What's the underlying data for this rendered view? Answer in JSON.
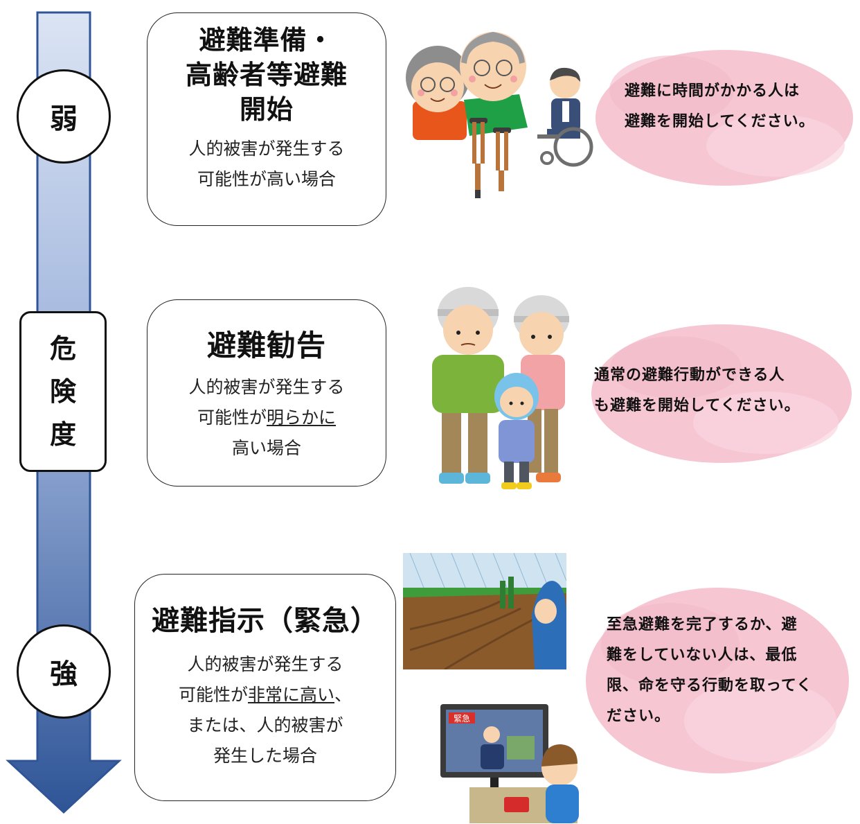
{
  "scale": {
    "low": "弱",
    "label_chars": [
      "危",
      "険",
      "度"
    ],
    "high": "強"
  },
  "levels": [
    {
      "title_lines": [
        "避難準備・",
        "高齢者等避難",
        "開始"
      ],
      "desc_lines": [
        [
          {
            "t": "人的被害が発生する",
            "u": false
          }
        ],
        [
          {
            "t": "可能性が高い場合",
            "u": false
          }
        ]
      ],
      "message_lines": [
        "避難に時間がかかる人は",
        "避難を開始してください。"
      ]
    },
    {
      "title_lines": [
        "避難勧告"
      ],
      "desc_lines": [
        [
          {
            "t": "人的被害が発生する",
            "u": false
          }
        ],
        [
          {
            "t": "可能性が",
            "u": false
          },
          {
            "t": "明らかに",
            "u": true
          }
        ],
        [
          {
            "t": "高い場合",
            "u": false
          }
        ]
      ],
      "message_lines": [
        "通常の避難行動ができる人",
        "も避難を開始してください。"
      ]
    },
    {
      "title_lines": [
        "避難指示（緊急）"
      ],
      "desc_lines": [
        [
          {
            "t": "人的被害が発生する",
            "u": false
          }
        ],
        [
          {
            "t": "可能性が",
            "u": false
          },
          {
            "t": "非常に高い",
            "u": true
          },
          {
            "t": "、",
            "u": false
          }
        ],
        [
          {
            "t": "または、人的被害が",
            "u": false
          }
        ],
        [
          {
            "t": "発生した場合",
            "u": false
          }
        ]
      ],
      "message_lines": [
        "至急避難を完了するか、避",
        "難をしていない人は、最低",
        "限、命を守る行動を取ってく",
        "ださい。"
      ]
    }
  ],
  "illustration_labels": {
    "tv_caption": "緊急"
  },
  "colors": {
    "arrow_top": "#d3def2",
    "arrow_bottom": "#2f5597",
    "bubble": "#f6c7d3"
  },
  "icons": {
    "level1": [
      "elderly-couple-icon",
      "crutches-icon",
      "wheelchair-user-icon"
    ],
    "level2": [
      "family-with-helmets-icon"
    ],
    "level3": [
      "flooded-field-rain-icon",
      "tv-emergency-broadcast-icon"
    ]
  }
}
